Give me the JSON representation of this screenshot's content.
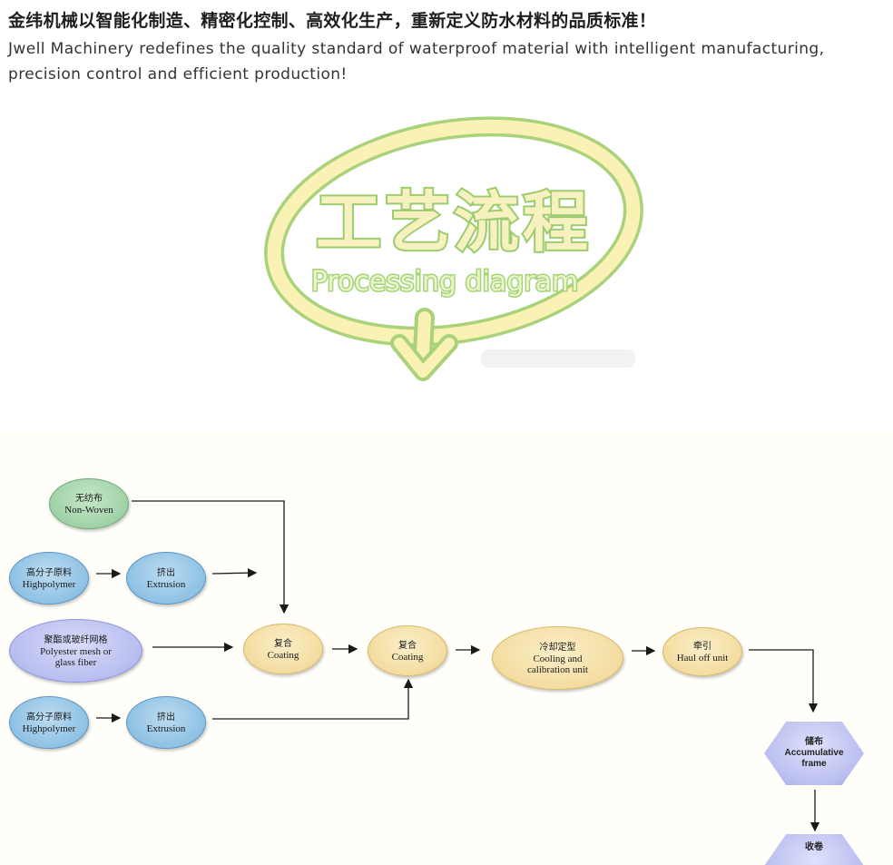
{
  "header": {
    "title_zh": "金纬机械以智能化制造、精密化控制、高效化生产，重新定义防水材料的品质标准！",
    "subtitle_en": "Jwell Machinery redefines the quality standard of waterproof material with intelligent manufacturing, precision control and efficient production!"
  },
  "logo": {
    "title_zh": "工艺流程",
    "title_en": "Processing diagram"
  },
  "flow": {
    "nodes": {
      "nonwoven": {
        "zh": "无纺布",
        "en": "Non-Woven"
      },
      "polymer1": {
        "zh": "高分子原料",
        "en": "Highpolymer"
      },
      "extrusion1": {
        "zh": "挤出",
        "en": "Extrusion"
      },
      "polyester": {
        "zh": "聚酯或玻纤网格",
        "en": "Polyester mesh or glass fiber"
      },
      "polymer2": {
        "zh": "高分子原料",
        "en": "Highpolymer"
      },
      "extrusion2": {
        "zh": "挤出",
        "en": "Extrusion"
      },
      "coating1": {
        "zh": "复合",
        "en": "Coating"
      },
      "coating2": {
        "zh": "复合",
        "en": "Coating"
      },
      "cooling": {
        "zh": "冷却定型",
        "en": "Cooling and calibration unit"
      },
      "hauloff": {
        "zh": "牵引",
        "en": "Haul off unit"
      },
      "accum": {
        "zh": "储布",
        "en": "Accumulative frame"
      },
      "winder": {
        "zh": "收卷",
        "en": ""
      }
    },
    "colors": {
      "arrow": "#1a1a1a",
      "green": "#9fd1a6",
      "blue": "#8ec1e4",
      "purple": "#b8bdf0",
      "yellow": "#f3dca0"
    }
  }
}
